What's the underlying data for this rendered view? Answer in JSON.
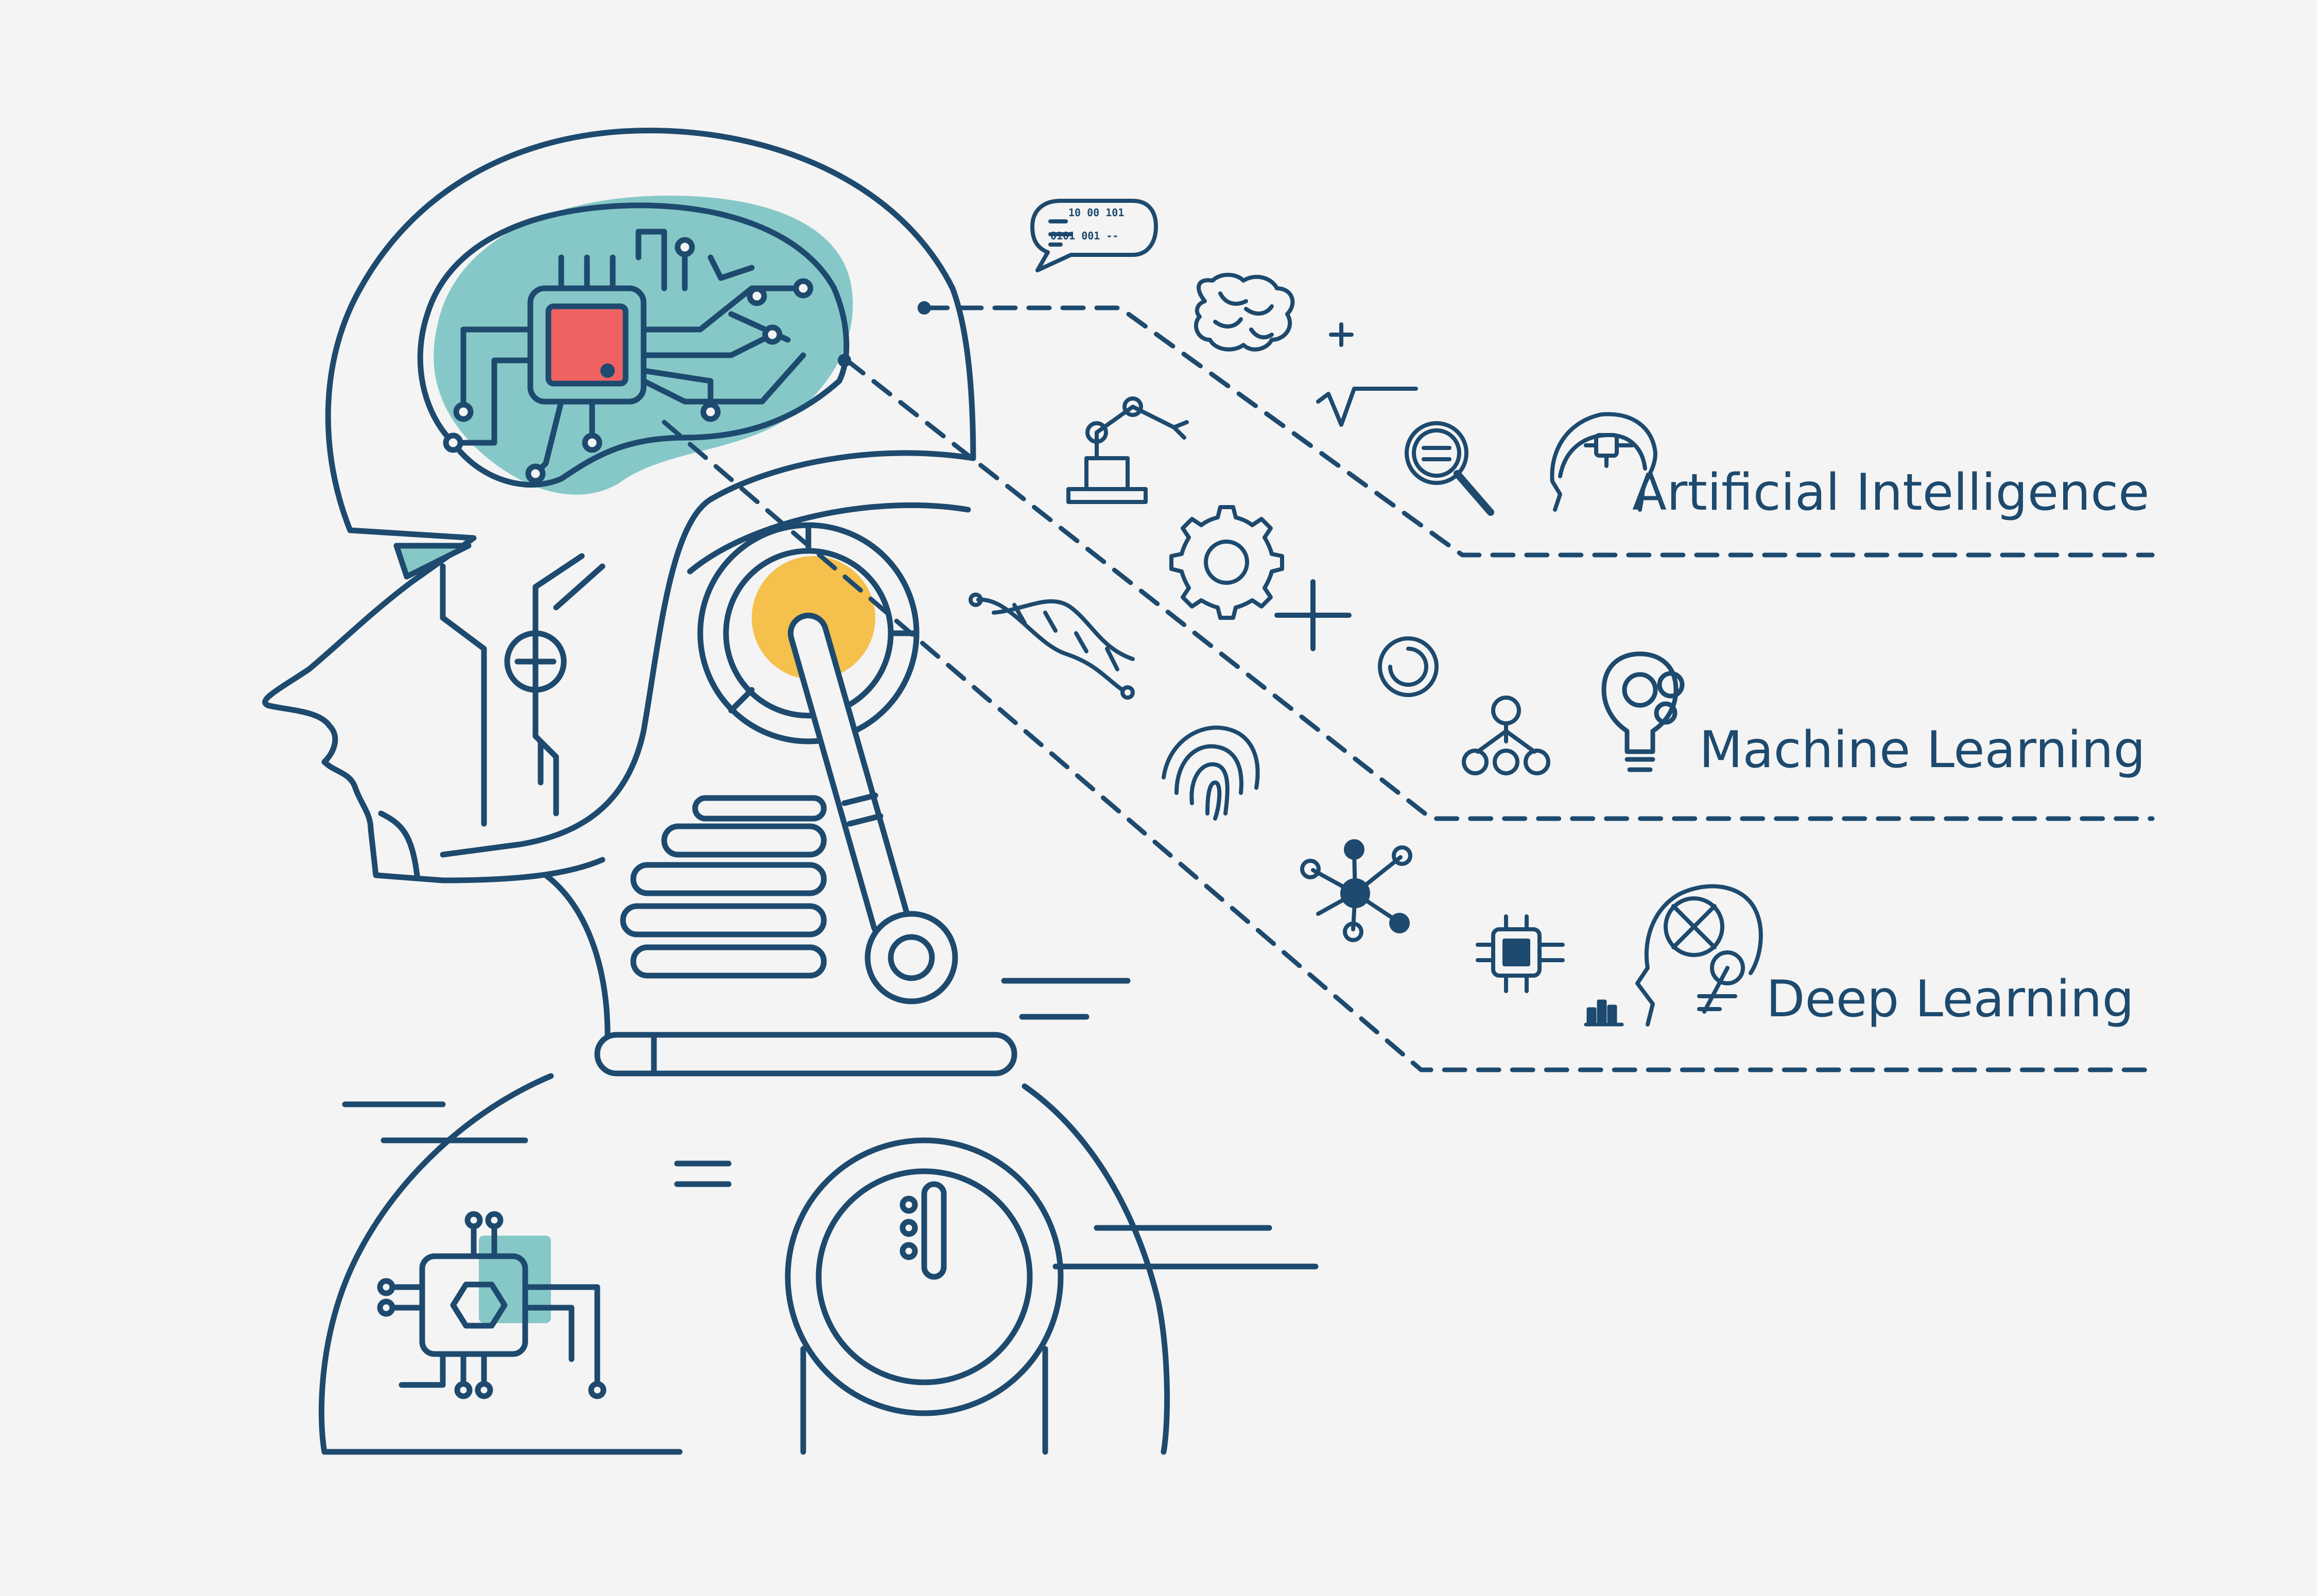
{
  "palette": {
    "stroke": "#1d4a6e",
    "teal": "#86c8c7",
    "red": "#f06262",
    "yellow": "#f5c04c",
    "background": "#f4f4f4"
  },
  "labels": {
    "ai": "Artificial Intelligence",
    "ml": "Machine Learning",
    "dl": "Deep Learning"
  },
  "bubble": {
    "line1": "10 00 101",
    "line2": "0101 001 --"
  },
  "icons": {
    "ai": [
      "binary-speech-bubble-icon",
      "brain-icon",
      "plus-icon",
      "square-root-icon",
      "binary-magnifier-icon",
      "ai-head-icon"
    ],
    "ml": [
      "robot-arm-icon",
      "gear-icon",
      "plus-icon",
      "circular-ring-icon",
      "hierarchy-tree-icon",
      "gear-lightbulb-icon"
    ],
    "dl": [
      "dna-helix-icon",
      "fingerprint-icon",
      "network-nodes-icon",
      "microchip-icon",
      "bar-chart-icon",
      "deep-learning-head-icon"
    ]
  }
}
